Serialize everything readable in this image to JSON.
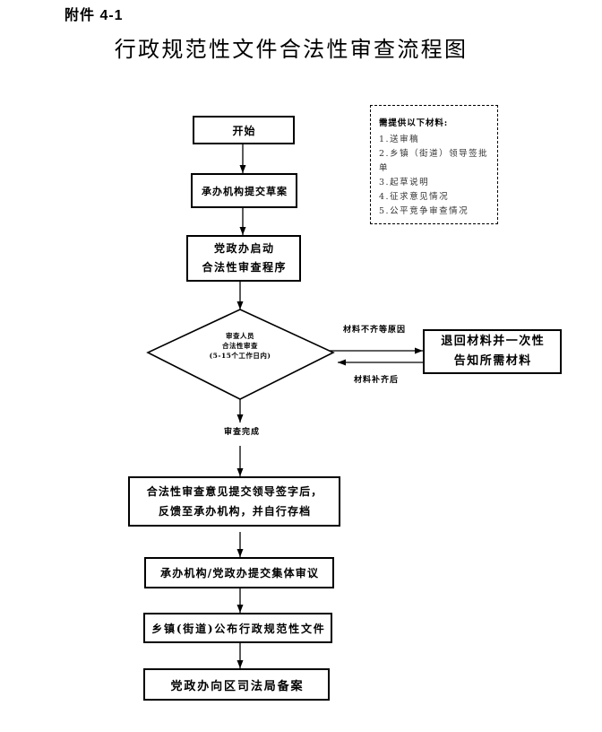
{
  "header": {
    "attachment_label": "附件 4-1",
    "title": "行政规范性文件合法性审查流程图"
  },
  "flow": {
    "start": "开始",
    "submit_draft": "承办机构提交草案",
    "launch_review": [
      "党政办启动",
      "合法性审查程序"
    ],
    "review_decision": [
      "审查人员",
      "合法性审查",
      "(5-15个工作日内)"
    ],
    "return_materials": [
      "退回材料并一次性",
      "告知所需材料"
    ],
    "opinion_feedback": [
      "合法性审查意见提交领导签字后，",
      "反馈至承办机构，并自行存档"
    ],
    "collective_review": "承办机构/党政办提交集体审议",
    "publish": "乡镇(街道)公布行政规范性文件",
    "filing": "党政办向区司法局备案"
  },
  "edge_labels": {
    "materials_incomplete": "材料不齐等原因",
    "materials_supplemented": "材料补齐后",
    "review_complete": "审查完成"
  },
  "materials_note": {
    "heading": "需提供以下材料:",
    "items": [
      "1.送审稿",
      "2.乡镇（街道）领导签批单",
      "3.起草说明",
      "4.征求意见情况",
      "5.公平竞争审查情况"
    ]
  }
}
